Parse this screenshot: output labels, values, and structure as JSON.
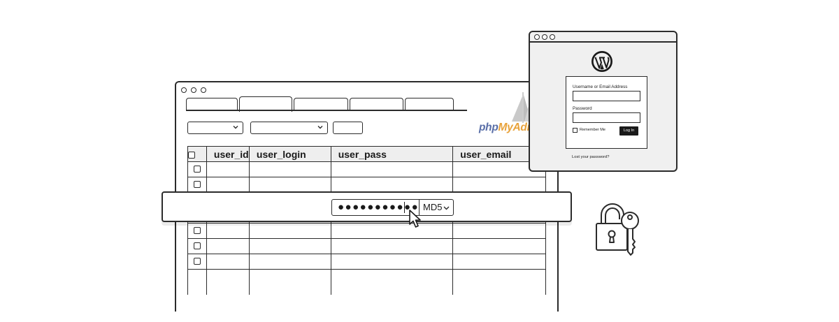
{
  "phpmyadmin": {
    "logo_php": "php",
    "logo_myadmin": "MyAdmin",
    "colors": {
      "php": "#5a6fa8",
      "myadmin": "#e8a23a",
      "sail": "#b8b8b8"
    },
    "columns": [
      "user_id",
      "user_login",
      "user_pass",
      "user_email"
    ]
  },
  "password_editor": {
    "masked_value": "●●●●●●●●●●●●●",
    "hash_function": "MD5"
  },
  "wordpress_login": {
    "logo_icon": "wordpress-icon",
    "username_label": "Username or Email Address",
    "password_label": "Password",
    "remember_label": "Remember Me",
    "login_button": "Log In",
    "lost_password_link": "Lost your password?"
  },
  "icons": {
    "padlock": "padlock-icon",
    "key": "key-icon",
    "cursor": "mouse-pointer-icon"
  }
}
